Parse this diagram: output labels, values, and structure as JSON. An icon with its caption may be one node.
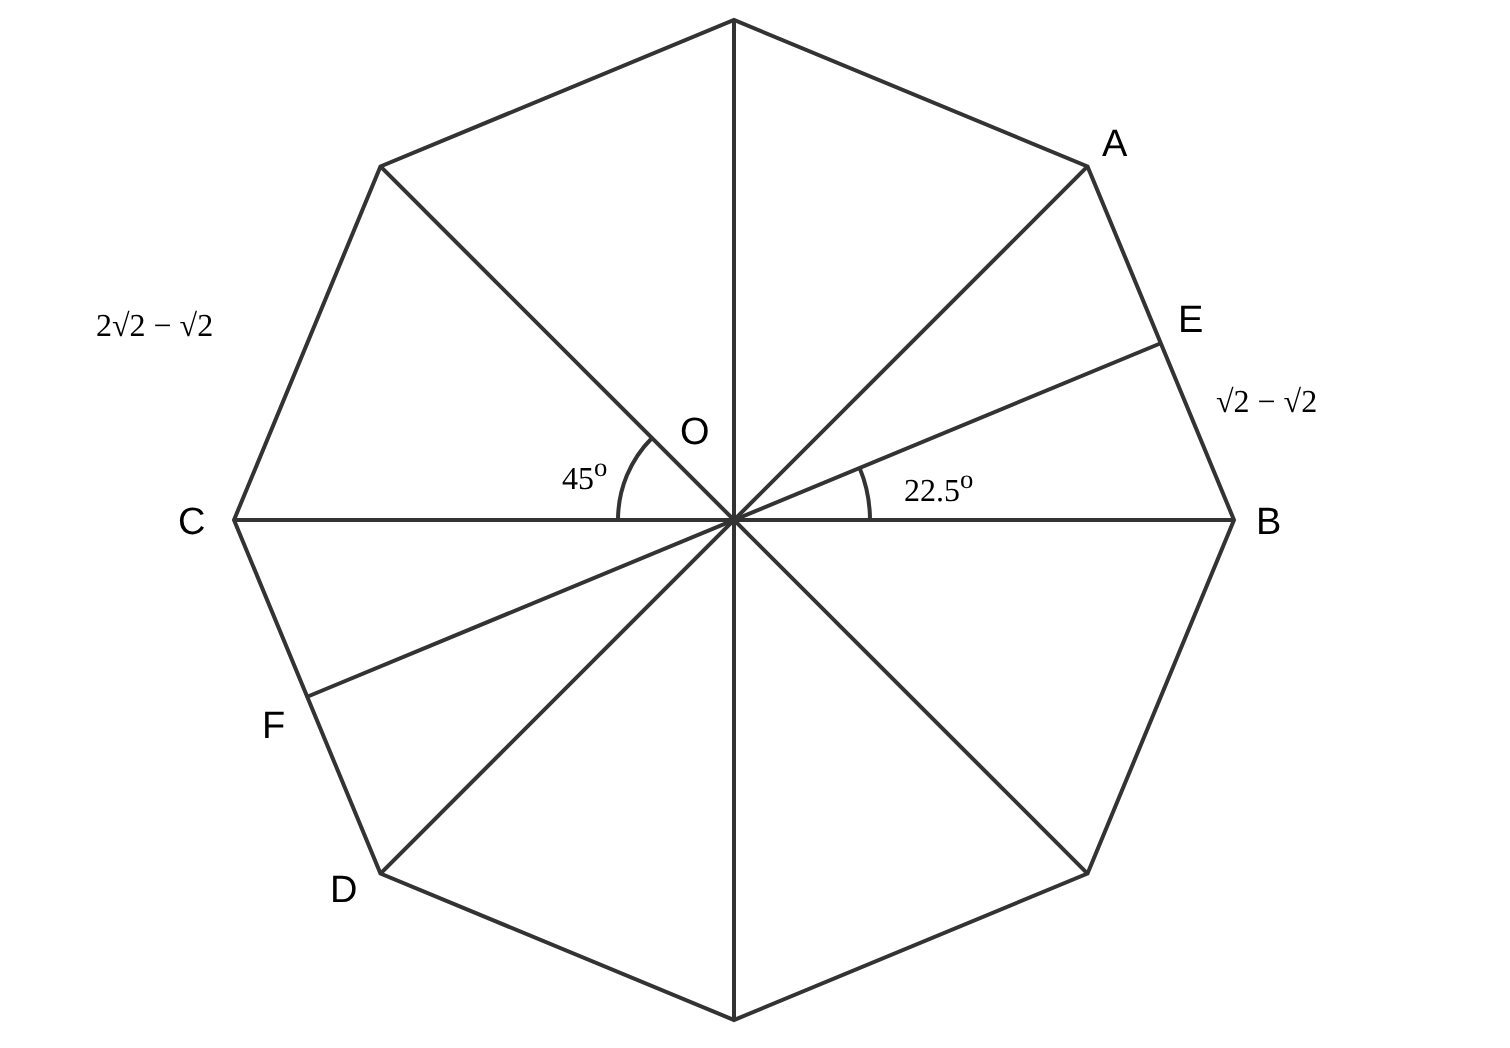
{
  "diagram": {
    "labels": [
      "A",
      "E",
      "2√2 − √2",
      "√2 − √2",
      "O",
      "45$^{o}$",
      "22.5$^{o}$",
      "C",
      "B",
      "F",
      "D"
    ]
  }
}
